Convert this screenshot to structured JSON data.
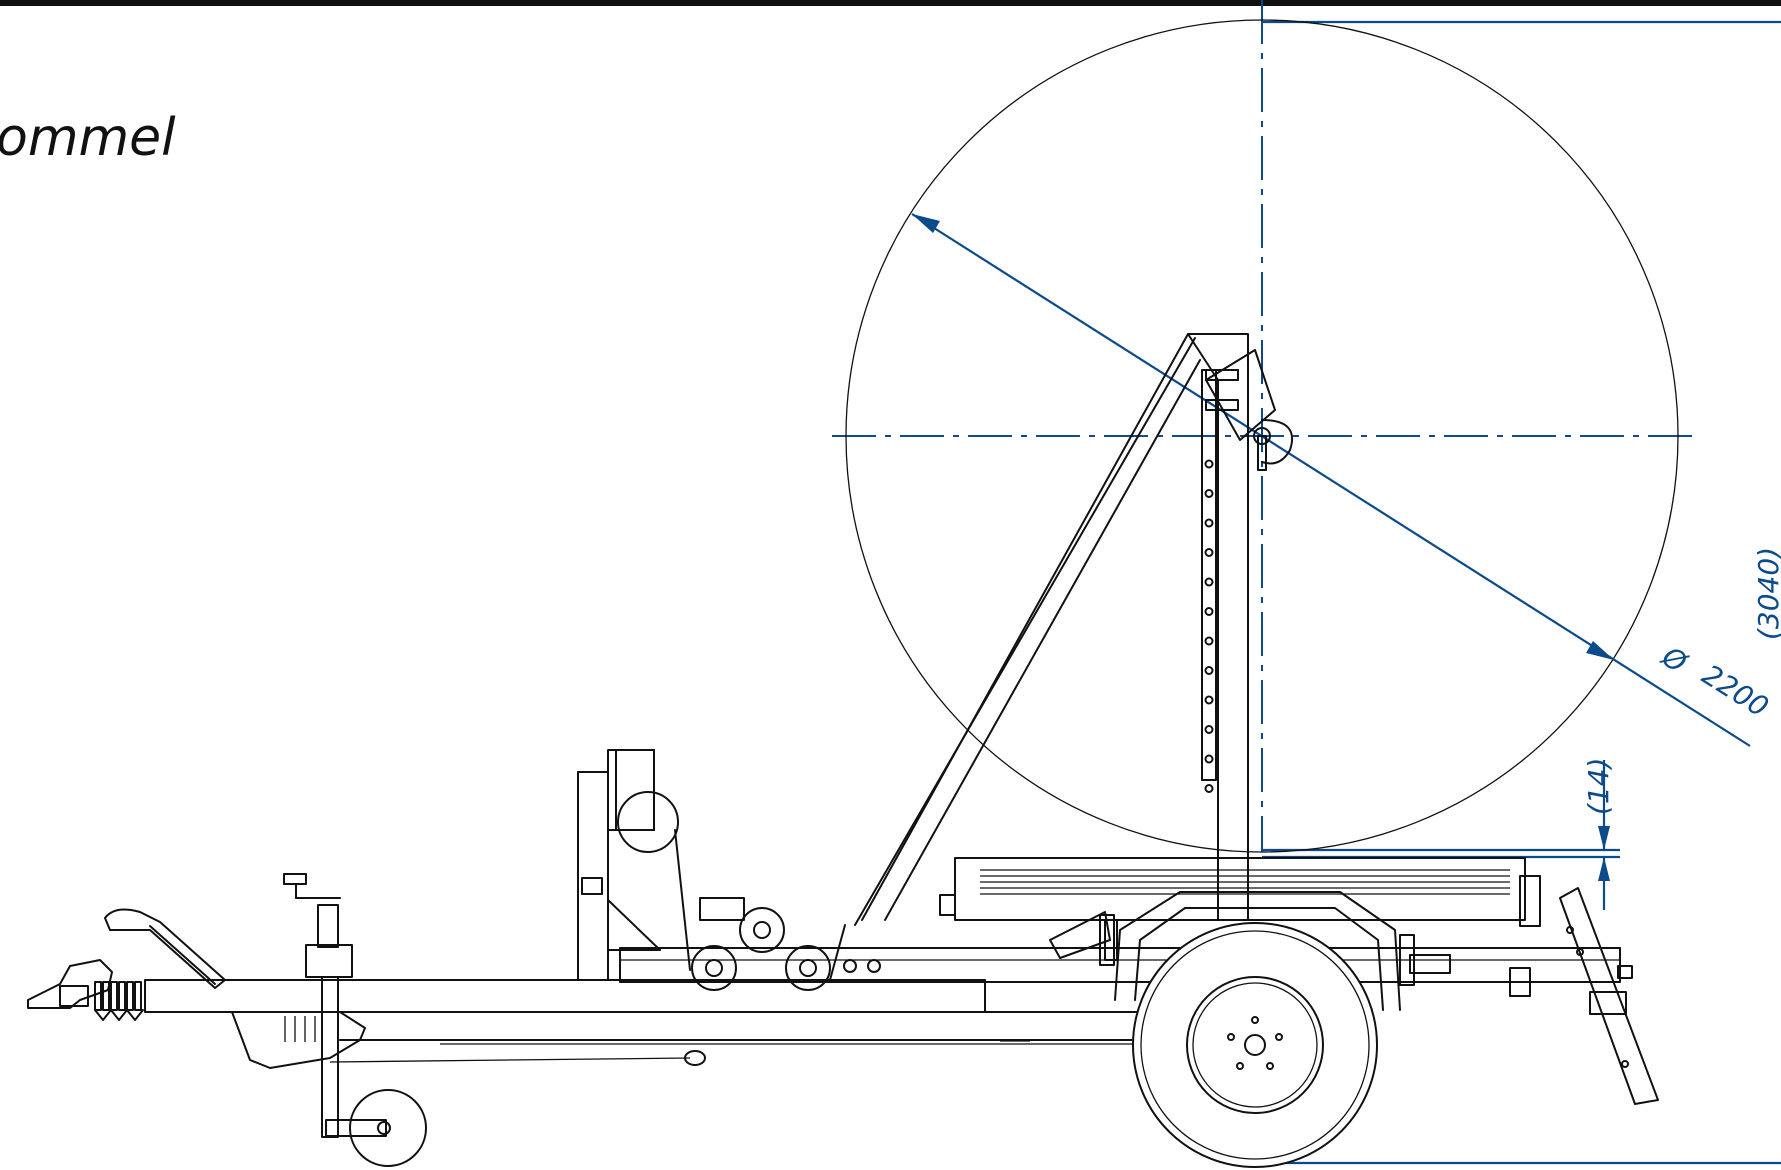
{
  "title": "ommel",
  "dimensions": {
    "diameter_symbol": "Ø",
    "diameter_value": "2200",
    "height_value": "(3040)",
    "clearance_value": "(14)"
  },
  "colors": {
    "line": "#111111",
    "dimension": "#0b4a8b",
    "background": "#ffffff"
  }
}
